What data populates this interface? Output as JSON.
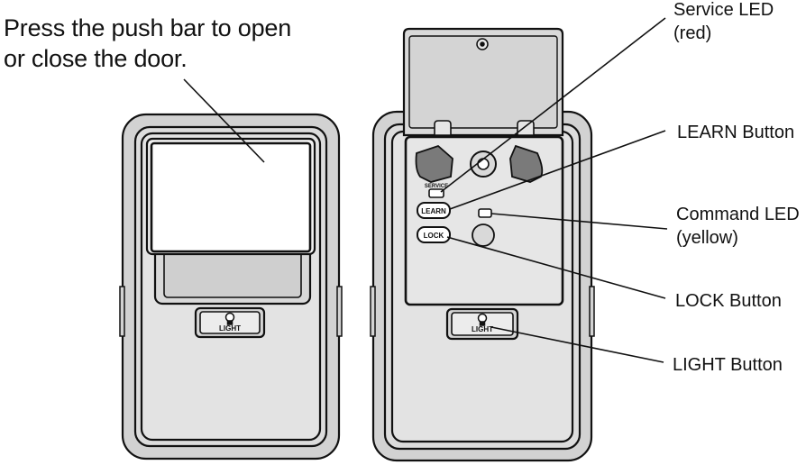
{
  "caption": {
    "line1": "Press the push bar to open",
    "line2": "or close the door."
  },
  "callouts": {
    "service_led": {
      "line1": "Service LED",
      "line2": "(red)"
    },
    "learn_button": "LEARN Button",
    "command_led": {
      "line1": "Command LED",
      "line2": "(yellow)"
    },
    "lock_button": "LOCK Button",
    "light_button": "LIGHT Button"
  },
  "device_labels": {
    "light": "LIGHT",
    "service": "SERVICE",
    "learn": "LEARN",
    "lock": "LOCK"
  },
  "colors": {
    "outline": "#111111",
    "body_gray": "#cfcfcf",
    "inner_gray": "#d9d9d9",
    "panel_gray": "#e6e6e6",
    "latch_gray": "#7a7a7a"
  },
  "icons": [
    "bulb-icon",
    "screw-icon",
    "led-indicator"
  ]
}
